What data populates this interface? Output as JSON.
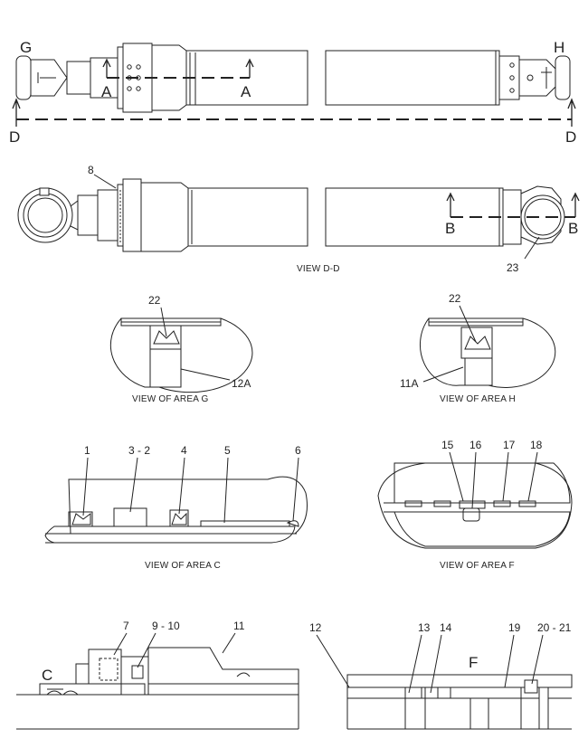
{
  "markers": {
    "G": "G",
    "H": "H",
    "D": "D",
    "A": "A",
    "B": "B",
    "C": "C",
    "F": "F"
  },
  "parts": {
    "p1": "1",
    "p3_2": "3 - 2",
    "p4": "4",
    "p5": "5",
    "p6": "6",
    "p7": "7",
    "p8": "8",
    "p9_10": "9 - 10",
    "p11": "11",
    "p11a": "11A",
    "p12": "12",
    "p12a": "12A",
    "p13": "13",
    "p14": "14",
    "p15": "15",
    "p16": "16",
    "p17": "17",
    "p18": "18",
    "p19": "19",
    "p20_21": "20 - 21",
    "p22": "22",
    "p23": "23"
  },
  "captions": {
    "view_dd": "VIEW D-D",
    "area_g": "VIEW OF AREA G",
    "area_h": "VIEW OF AREA H",
    "area_c": "VIEW OF AREA C",
    "area_f": "VIEW OF AREA F"
  }
}
